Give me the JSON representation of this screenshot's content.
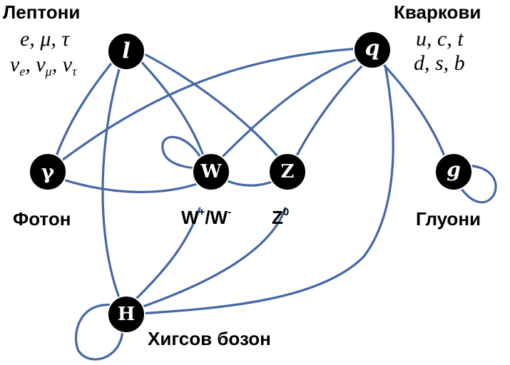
{
  "groups": {
    "leptons": {
      "title": "Лептони",
      "line1": "e, μ, τ",
      "line2": [
        "ν",
        "e",
        ", ν",
        "μ",
        ", ν",
        "τ"
      ]
    },
    "quarks": {
      "title": "Кваркови",
      "line1": "u, c, t",
      "line2": "d, s, b"
    }
  },
  "nodes": {
    "lepton": {
      "symbol": "l"
    },
    "quark": {
      "symbol": "q"
    },
    "photon": {
      "symbol": "γ",
      "label": "Фотон"
    },
    "w": {
      "symbol": "W",
      "label_base": "W",
      "label_sup1": "+",
      "label_mid": "/W",
      "label_sup2": "-"
    },
    "z": {
      "symbol": "Z",
      "label_base": "Z",
      "label_sup": "0"
    },
    "gluon": {
      "symbol": "g",
      "label": "Глуони"
    },
    "higgs": {
      "symbol": "H",
      "label": "Хигсов бозон"
    }
  },
  "colors": {
    "edge": "#4467a6",
    "node": "#000000",
    "node_text": "#ffffff"
  }
}
